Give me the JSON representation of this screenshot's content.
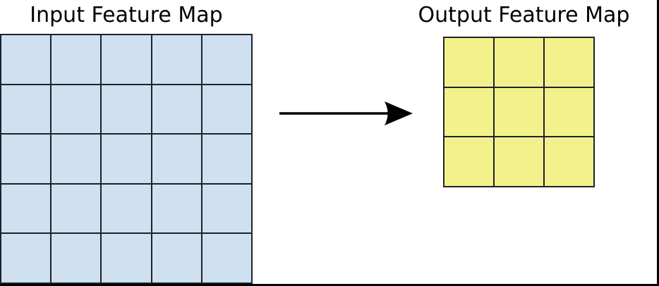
{
  "figure": {
    "background": "#ffffff",
    "frame_color": "#000000",
    "input_map": {
      "title": "Input Feature Map",
      "rows": 5,
      "cols": 5,
      "fill": "#cfe0f1",
      "line_color": "#1f2328"
    },
    "output_map": {
      "title": "Output Feature Map",
      "rows": 3,
      "cols": 3,
      "fill": "#f2f18c",
      "line_color": "#1f2328"
    },
    "arrow": {
      "color": "#000000",
      "direction": "right"
    }
  }
}
